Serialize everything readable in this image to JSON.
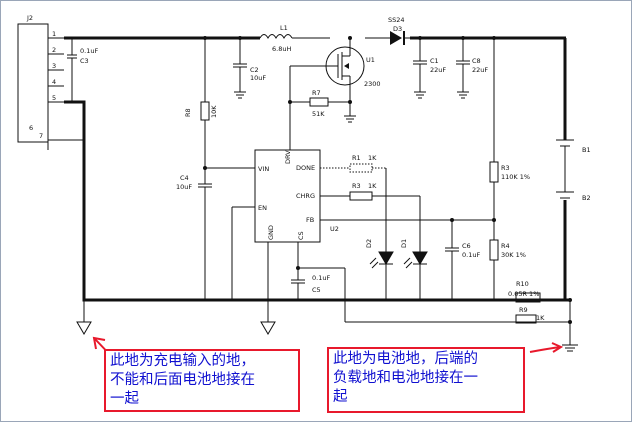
{
  "labels": {
    "j2": "J2",
    "p1": "1",
    "p2": "2",
    "p3": "3",
    "p4": "4",
    "p5": "5",
    "p6": "6",
    "p7": "7",
    "c3": "0.1uF",
    "c3n": "C3",
    "l1": "L1",
    "l1v": "6.8uH",
    "d_name": "SS24",
    "d_ref": "D3",
    "u1": "U1",
    "u1v": "2300",
    "c2": "C2",
    "c2v": "10uF",
    "c1": "C1",
    "c1v": "22uF",
    "c8": "C8",
    "c8v": "22uF",
    "r7": "R7",
    "r7v": "51K",
    "r8": "R8",
    "r8v": "10K",
    "c4": "C4",
    "c4v": "10uF",
    "drv": "DRV",
    "vin": "VIN",
    "en": "EN",
    "done": "DONE",
    "chrg": "CHRG",
    "fb": "FB",
    "gnd": "GND",
    "cs": "CS",
    "u2": "U2",
    "r1": "R1",
    "r1v": "1K",
    "r3": "R3",
    "r3v": "1K",
    "r3b": "R3",
    "r3bv": "110K 1%",
    "r4": "R4",
    "r4v": "30K 1%",
    "d2": "D2",
    "d1": "D1",
    "c6": "C6",
    "c6v": "0.1uF",
    "c5v": "0.1uF",
    "c5": "C5",
    "b1": "B1",
    "b2": "B2",
    "r10": "R10",
    "r10v": "0.05R 1%",
    "r9": "R9",
    "r9v": "1K"
  },
  "notes": {
    "left": [
      "此地为充电输入的地，",
      "不能和后面电池地接在",
      "一起"
    ],
    "right": [
      "此地为电池地，后端的",
      "负载地和电池地接在一",
      "起"
    ]
  },
  "colors": {
    "wire": "#111111",
    "note_border": "#e8192c",
    "note_text": "#1010d0",
    "arrow": "#e8192c"
  }
}
